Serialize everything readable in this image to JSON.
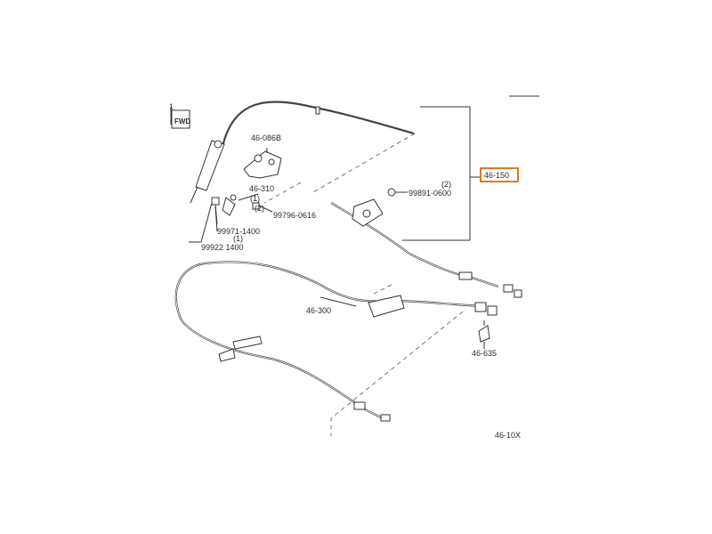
{
  "labels": {
    "fwd": "FWD",
    "fwd_num": "1",
    "p46086b": "46-086B",
    "p46310": "46-310",
    "q1a": "(1)",
    "p99796": "99796-0616",
    "q2a": "(2)",
    "p99971": "99971-1400",
    "q1b": "(1)",
    "p99922": "99922 1400",
    "p99891": "99891-0600",
    "q2b": "(2)",
    "p46150": "46-150",
    "p46300": "46-300",
    "p46635": "46-635",
    "p46cut": "46-10X"
  },
  "colors": {
    "highlight": "#e07b22",
    "ink": "#333333"
  }
}
